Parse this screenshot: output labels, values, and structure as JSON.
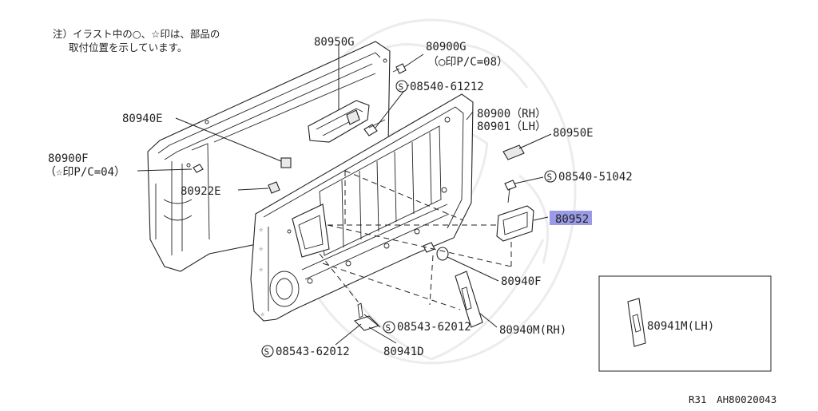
{
  "note": {
    "line1": "注）イラスト中の○、☆印は、部品の",
    "line2": "取付位置を示しています。"
  },
  "labels": {
    "p80950G": "80950G",
    "p80900G": "80900G",
    "p80900G_sub": "（○印P/C=08）",
    "s0854061212": "08540-61212",
    "p80940E": "80940E",
    "p80900": "80900（RH）",
    "p80901": "80901（LH）",
    "p80950E": "80950E",
    "p80900F": "80900F",
    "p80900F_sub": "（☆印P/C=04）",
    "s0854051042": "08540-51042",
    "p80922E": "80922E",
    "p80952": "80952",
    "p80940F": "80940F",
    "s0854362012a": "08543-62012",
    "p80940M": "80940M(RH)",
    "p80941M": "80941M(LH)",
    "s0854362012b": "08543-62012",
    "p80941D": "80941D",
    "s_mark": "S"
  },
  "ref_code": "R31　AH80020043",
  "highlight_color": "#9a9ae6"
}
